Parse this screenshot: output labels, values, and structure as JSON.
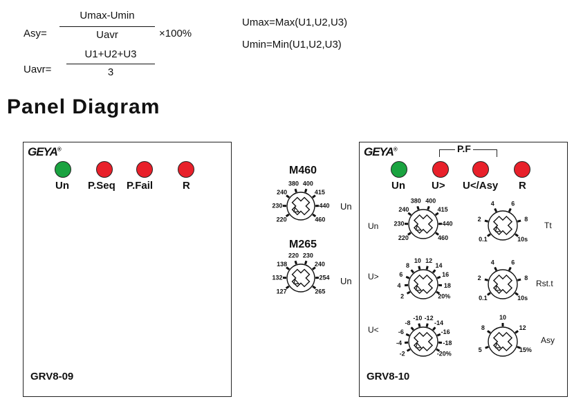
{
  "formulas": {
    "asy_lhs": "Asy=",
    "asy_num": "Umax-Umin",
    "asy_den": "Uavr",
    "asy_tail": "×100%",
    "uavr_lhs": "Uavr=",
    "uavr_num": "U1+U2+U3",
    "uavr_den": "3",
    "umax": "Umax=Max(U1,U2,U3)",
    "umin": "Umin=Min(U1,U2,U3)"
  },
  "section_title": "Panel Diagram",
  "brand": "GEYA",
  "brand_mark": "®",
  "colors": {
    "green": "#1aa340",
    "red": "#e8202a"
  },
  "panel_left": {
    "model": "GRV8-09",
    "leds": [
      {
        "label": "Un",
        "color": "green"
      },
      {
        "label": "P.Seq",
        "color": "red"
      },
      {
        "label": "P.Fail",
        "color": "red"
      },
      {
        "label": "R",
        "color": "red"
      }
    ]
  },
  "middle": {
    "knob1": {
      "title": "M460",
      "side": "Un",
      "ticks": [
        "220",
        "230",
        "240",
        "380",
        "400",
        "415",
        "440",
        "460"
      ]
    },
    "knob2": {
      "title": "M265",
      "side": "Un",
      "ticks": [
        "127",
        "132",
        "138",
        "220",
        "230",
        "240",
        "254",
        "265"
      ]
    }
  },
  "panel_right": {
    "model": "GRV8-10",
    "pf_label": "P.F",
    "leds": [
      {
        "label": "Un",
        "color": "green"
      },
      {
        "label": "U>",
        "color": "red"
      },
      {
        "label": "U</Asy",
        "color": "red"
      },
      {
        "label": "R",
        "color": "red"
      }
    ],
    "knobs": [
      {
        "side": "Un",
        "ticks": [
          "220",
          "230",
          "240",
          "380",
          "400",
          "415",
          "440",
          "460"
        ]
      },
      {
        "side": "Tt",
        "ticks": [
          "0.1",
          "2",
          "4",
          "6",
          "8",
          "10s"
        ]
      },
      {
        "side": "U>",
        "ticks": [
          "2",
          "4",
          "6",
          "8",
          "10",
          "12",
          "14",
          "16",
          "18",
          "20%"
        ]
      },
      {
        "side": "Rst.t",
        "ticks": [
          "0.1",
          "2",
          "4",
          "6",
          "8",
          "10s"
        ]
      },
      {
        "side": "U<",
        "ticks": [
          "-2",
          "-4",
          "-6",
          "-8",
          "-10",
          "-12",
          "-14",
          "-16",
          "-18",
          "-20%"
        ]
      },
      {
        "side": "Asy",
        "ticks": [
          "5",
          "8",
          "10",
          "12",
          "15%"
        ]
      }
    ]
  }
}
